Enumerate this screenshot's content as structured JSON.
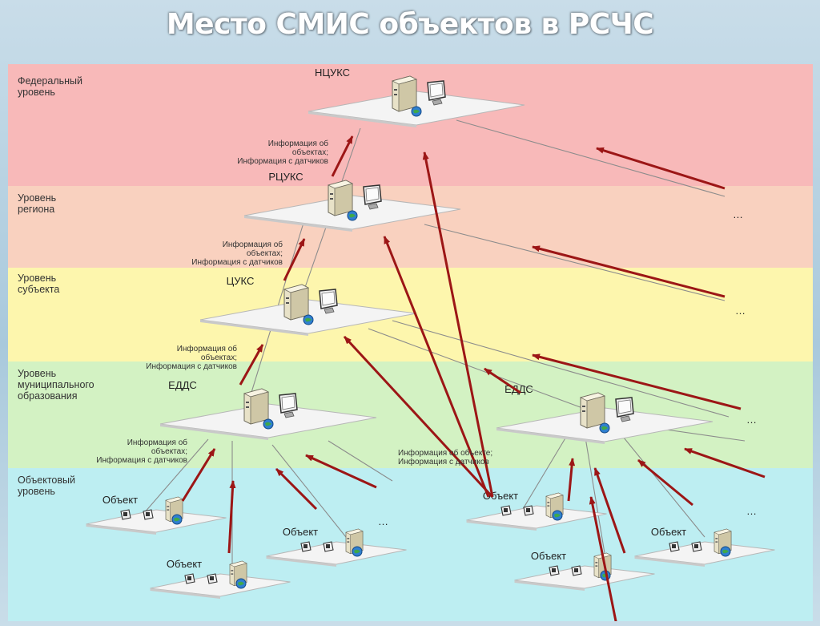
{
  "title": "Место СМИС объектов в РСЧС",
  "colors": {
    "federal": "#f8b9b9",
    "region": "#f9d1bf",
    "subject": "#fdf6ad",
    "municipal": "#d3f2c3",
    "object": "#bdeef2",
    "arrow": "#9c1616",
    "line": "#8c8c8c"
  },
  "levels": {
    "federal": "Федеральный\nуровень",
    "region": "Уровень\nрегиона",
    "subject": "Уровень\nсубъекта",
    "municipal": "Уровень\nмуниципального\nобразования",
    "object": "Объектовый\nуровень"
  },
  "nodes": {
    "ncuks": "НЦУКС",
    "rcuks": "РЦУКС",
    "cuks": "ЦУКС",
    "edds_left": "ЕДДС",
    "edds_right": "ЕДДС",
    "object": "Объект"
  },
  "info": {
    "line1": "Информация об",
    "line2": "объектах;",
    "line3": "Информация с датчиков",
    "object_line1": "Информация об объекте;",
    "object_line2": "Информация с датчиков"
  },
  "ellipsis": "…"
}
